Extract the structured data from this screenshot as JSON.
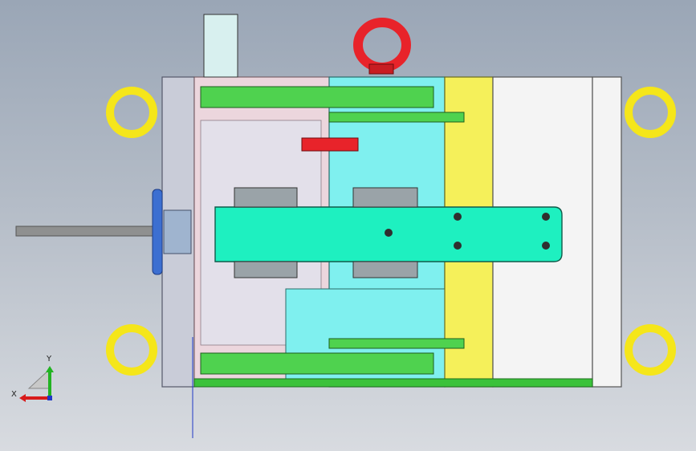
{
  "window": {
    "title": ""
  },
  "triad": {
    "x_label": "X",
    "y_label": "Y"
  },
  "colors": {
    "background_top": "#9aa6b6",
    "background_bottom": "#d8dbe0",
    "eye_bolt": "#f5e61a",
    "eye_bolt_top": "#e8232a",
    "cavity_plate": "#7ff0ef",
    "slide_bar": "#1ef0c0",
    "side_linkage": "#4fd24f",
    "plate_yellow": "#f5f05a",
    "plate_white": "#f4f4f4",
    "core_side": "#f2b9b0",
    "clamp_plate": "#c9ccd8",
    "red_block": "#e8232a",
    "locating_ring": "#3c6fd1"
  },
  "view": {
    "component_names": [
      "left-top-eye-bolt",
      "left-bottom-eye-bolt",
      "right-top-eye-bolt",
      "right-bottom-eye-bolt",
      "top-lifting-ring",
      "sprue-nozzle-rod",
      "locating-ring",
      "top-clamp-plate",
      "core-plate",
      "cavity-plate",
      "yellow-plate",
      "white-plate-left",
      "white-plate-right",
      "slide-bar",
      "top-linkage",
      "bottom-linkage",
      "red-stop-block"
    ]
  }
}
